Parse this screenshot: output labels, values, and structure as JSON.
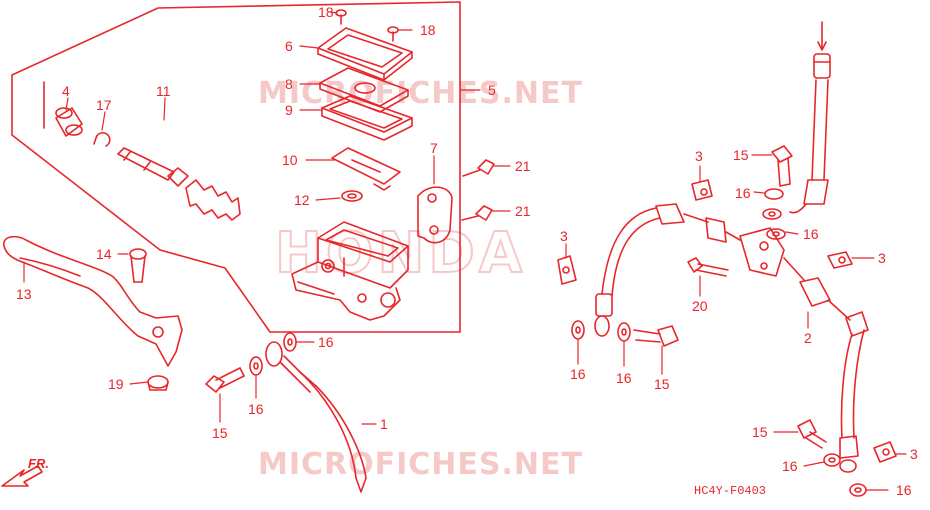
{
  "diagram": {
    "drawing_code": "HC4Y-F0403",
    "front_indicator": "FR.",
    "watermarks": {
      "top": "MICROFICHES.NET",
      "center": "HONDA",
      "bottom": "MICROFICHES.NET"
    },
    "colors": {
      "line": "#e8262b",
      "watermark": "#f6c9c9",
      "background": "#ffffff"
    }
  },
  "callouts": [
    {
      "id": "c18a",
      "number": "18"
    },
    {
      "id": "c18b",
      "number": "18"
    },
    {
      "id": "c6",
      "number": "6"
    },
    {
      "id": "c8",
      "number": "8"
    },
    {
      "id": "c9",
      "number": "9"
    },
    {
      "id": "c5",
      "number": "5"
    },
    {
      "id": "c4",
      "number": "4"
    },
    {
      "id": "c17",
      "number": "17"
    },
    {
      "id": "c11",
      "number": "11"
    },
    {
      "id": "c10",
      "number": "10"
    },
    {
      "id": "c7",
      "number": "7"
    },
    {
      "id": "c21a",
      "number": "21"
    },
    {
      "id": "c21b",
      "number": "21"
    },
    {
      "id": "c12",
      "number": "12"
    },
    {
      "id": "c14",
      "number": "14"
    },
    {
      "id": "c13",
      "number": "13"
    },
    {
      "id": "c19",
      "number": "19"
    },
    {
      "id": "c16a",
      "number": "16"
    },
    {
      "id": "c16b",
      "number": "16"
    },
    {
      "id": "c15a",
      "number": "15"
    },
    {
      "id": "c1",
      "number": "1"
    },
    {
      "id": "c3a",
      "number": "3"
    },
    {
      "id": "c15b",
      "number": "15"
    },
    {
      "id": "c16c",
      "number": "16"
    },
    {
      "id": "c16d",
      "number": "16"
    },
    {
      "id": "c3b",
      "number": "3"
    },
    {
      "id": "c3c",
      "number": "3"
    },
    {
      "id": "c20",
      "number": "20"
    },
    {
      "id": "c2",
      "number": "2"
    },
    {
      "id": "c16e",
      "number": "16"
    },
    {
      "id": "c16f",
      "number": "16"
    },
    {
      "id": "c15c",
      "number": "15"
    },
    {
      "id": "c15d",
      "number": "15"
    },
    {
      "id": "c16g",
      "number": "16"
    },
    {
      "id": "c3d",
      "number": "3"
    },
    {
      "id": "c16h",
      "number": "16"
    }
  ]
}
